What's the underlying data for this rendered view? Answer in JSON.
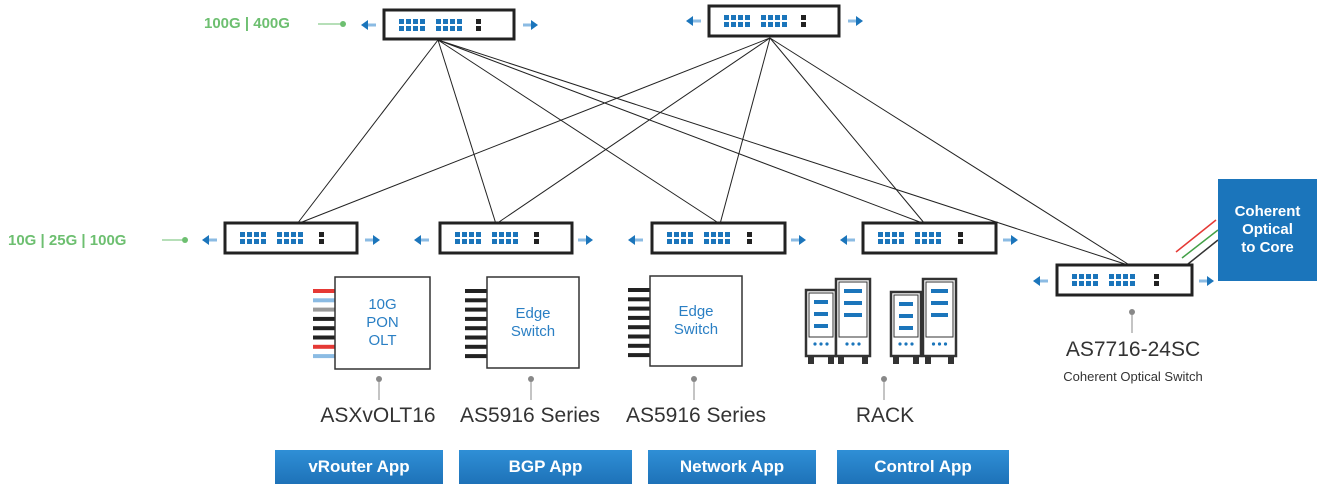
{
  "labels": {
    "spine_speed": "100G | 400G",
    "leaf_speed": "10G | 25G | 100G"
  },
  "devices": {
    "olt": {
      "box_lines": [
        "10G",
        "PON",
        "OLT"
      ],
      "caption": "ASXvOLT16"
    },
    "edge1": {
      "box_lines": [
        "Edge",
        "Switch"
      ],
      "caption": "AS5916 Series"
    },
    "edge2": {
      "box_lines": [
        "Edge",
        "Switch"
      ],
      "caption": "AS5916 Series"
    },
    "rack": {
      "caption": "RACK"
    },
    "coherent": {
      "caption": "AS7716-24SC",
      "subcaption": "Coherent Optical Switch"
    }
  },
  "core": {
    "lines": [
      "Coherent",
      "Optical",
      "to Core"
    ]
  },
  "apps": [
    "vRouter App",
    "BGP App",
    "Network App",
    "Control App"
  ],
  "colors": {
    "brand_blue": "#1b75bb",
    "speed_green": "#6dbf70",
    "switch_port_blue": "#1b75bb",
    "core_red": "#e53935",
    "core_green": "#43a047"
  },
  "icons": [
    "switch-icon",
    "arrow-left-icon",
    "arrow-right-icon",
    "server-rack-icon",
    "connector-dot-icon"
  ]
}
